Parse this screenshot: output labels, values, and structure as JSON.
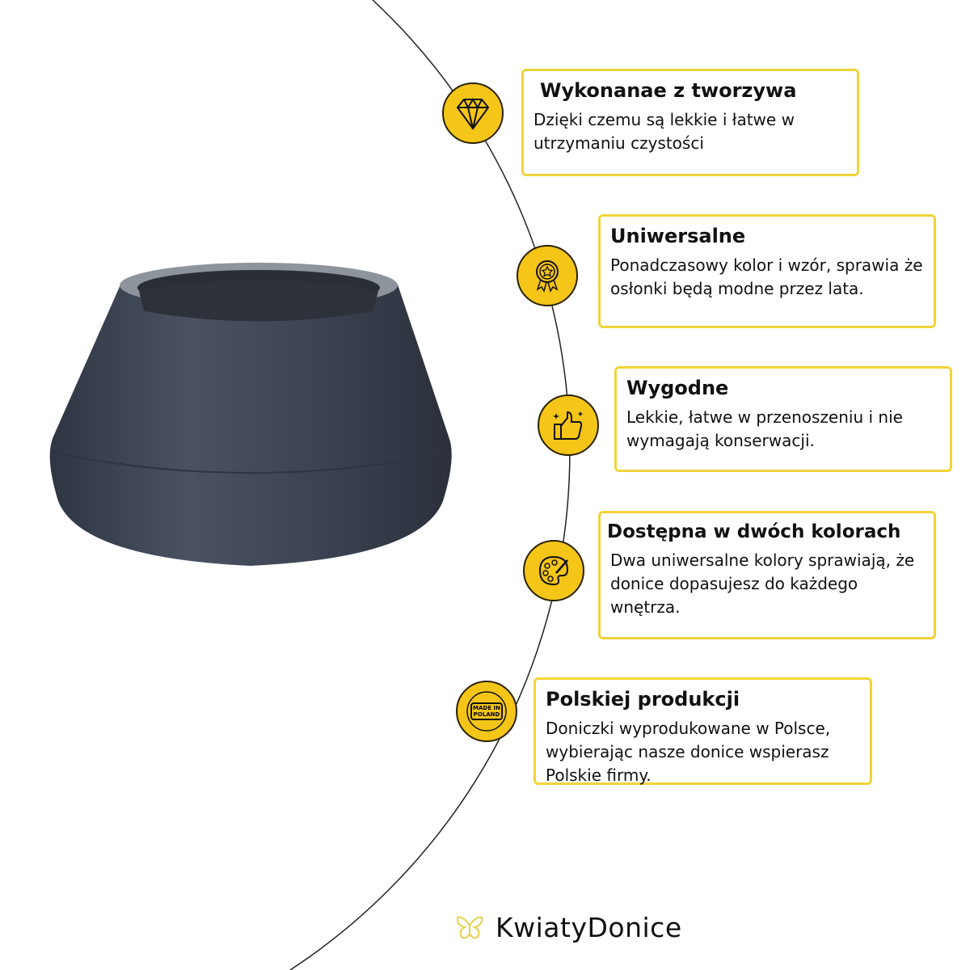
{
  "features": [
    {
      "icon": "diamond-icon",
      "title": "Wykonanae z tworzywa",
      "text": "Dzięki czemu są lekkie i łatwe w utrzymaniu czystości"
    },
    {
      "icon": "award-medal-icon",
      "title": "Uniwersalne",
      "text": "Ponadczasowy kolor i wzór, sprawia że osłonki będą modne przez lata."
    },
    {
      "icon": "thumbs-up-icon",
      "title": "Wygodne",
      "text": "Lekkie, łatwe w przenoszeniu i nie wymagają konserwacji."
    },
    {
      "icon": "paint-palette-icon",
      "title": "Dostępna w dwóch kolorach",
      "text": "Dwa uniwersalne kolory sprawiają, że donice dopasujesz do każdego wnętrza."
    },
    {
      "icon": "made-in-poland-icon",
      "title": "Polskiej produkcji",
      "text": "Doniczki wyprodukowane w Polsce, wybierając nasze donice wspierasz Polskie firmy."
    }
  ],
  "made_in_badge": "MADE IN POLAND",
  "brand": {
    "name": "KwiatyDonice"
  },
  "colors": {
    "accent": "#f5c518",
    "border": "#f0d43a",
    "pot": "#3c4350"
  }
}
